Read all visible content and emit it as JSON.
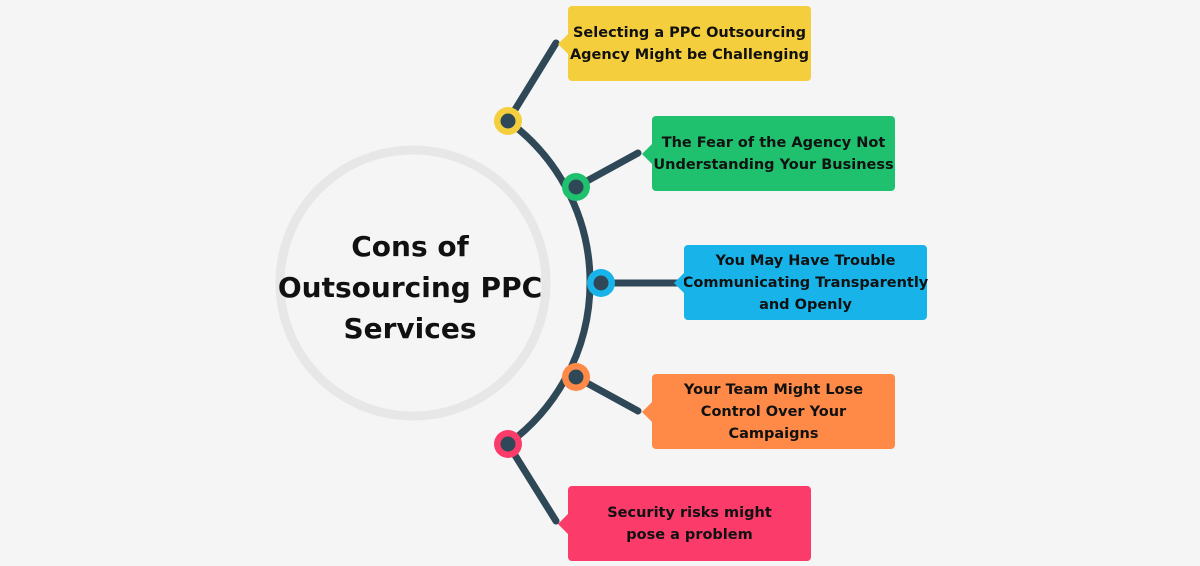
{
  "center": {
    "title_lines": [
      "Cons of",
      "Outsourcing PPC",
      "Services"
    ]
  },
  "items": [
    {
      "lines": [
        "Selecting a PPC Outsourcing",
        "Agency Might be Challenging"
      ],
      "color": "#f5ce3e"
    },
    {
      "lines": [
        "The Fear of the Agency Not",
        "Understanding Your Business"
      ],
      "color": "#1fc16f"
    },
    {
      "lines": [
        "You May Have Trouble",
        "Communicating Transparently",
        "and Openly"
      ],
      "color": "#18b4e9"
    },
    {
      "lines": [
        "Your Team Might Lose",
        "Control Over Your",
        "Campaigns"
      ],
      "color": "#ff8a47"
    },
    {
      "lines": [
        "Security risks might",
        "pose a problem"
      ],
      "color": "#fb3b6a"
    }
  ],
  "colors": {
    "background": "#f5f5f5",
    "connector": "#2f4858",
    "center_ring": "#e7e7e7"
  }
}
